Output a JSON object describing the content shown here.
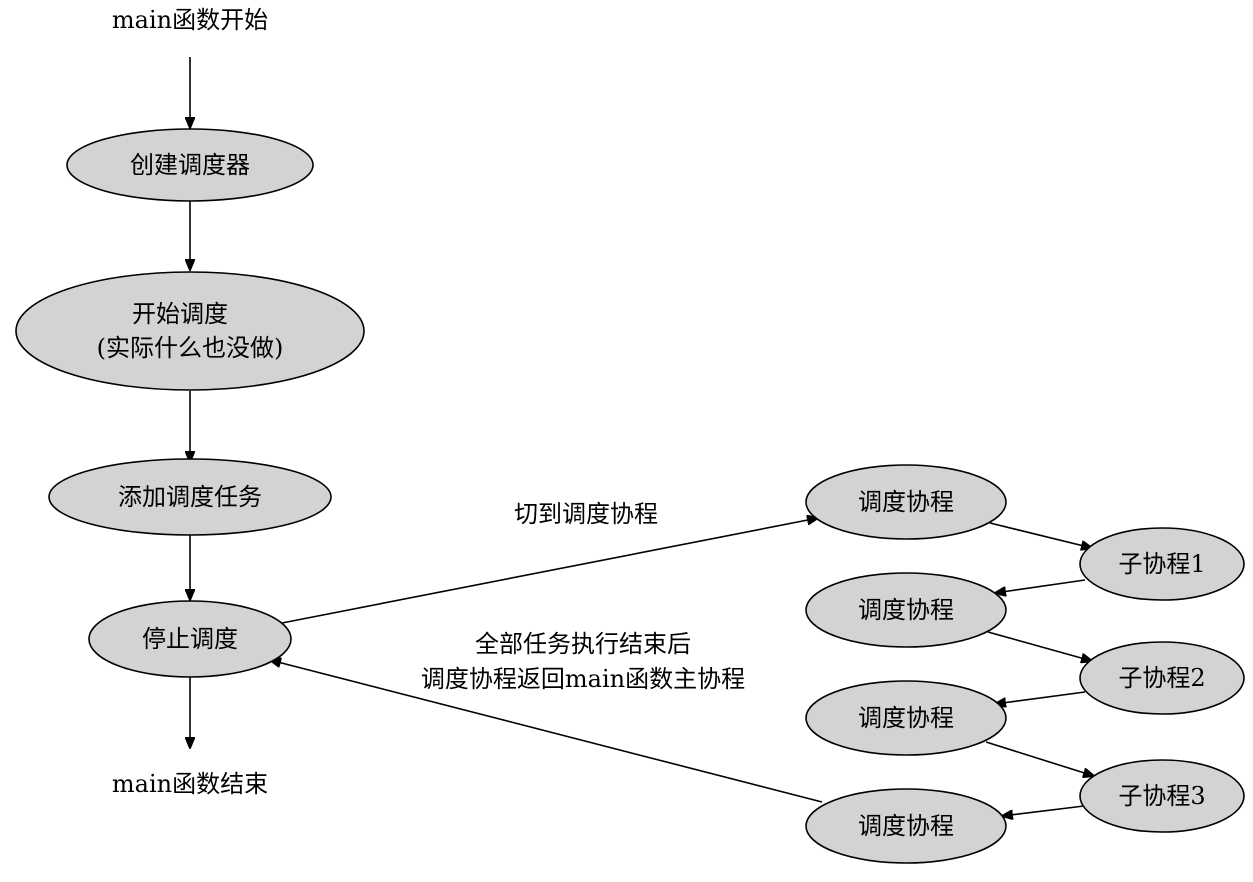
{
  "diagram": {
    "start_label": "main函数开始",
    "end_label": "main函数结束",
    "nodes": {
      "create_scheduler": "创建调度器",
      "start_schedule_line1": "开始调度",
      "start_schedule_line2": "(实际什么也没做)",
      "add_task": "添加调度任务",
      "stop_schedule": "停止调度",
      "sched_coroutine_1": "调度协程",
      "sched_coroutine_2": "调度协程",
      "sched_coroutine_3": "调度协程",
      "sched_coroutine_4": "调度协程",
      "child_1": "子协程1",
      "child_2": "子协程2",
      "child_3": "子协程3"
    },
    "edge_labels": {
      "switch_to_scheduler": "切到调度协程",
      "return_line1": "全部任务执行结束后",
      "return_line2": "调度协程返回main函数主协程"
    }
  }
}
